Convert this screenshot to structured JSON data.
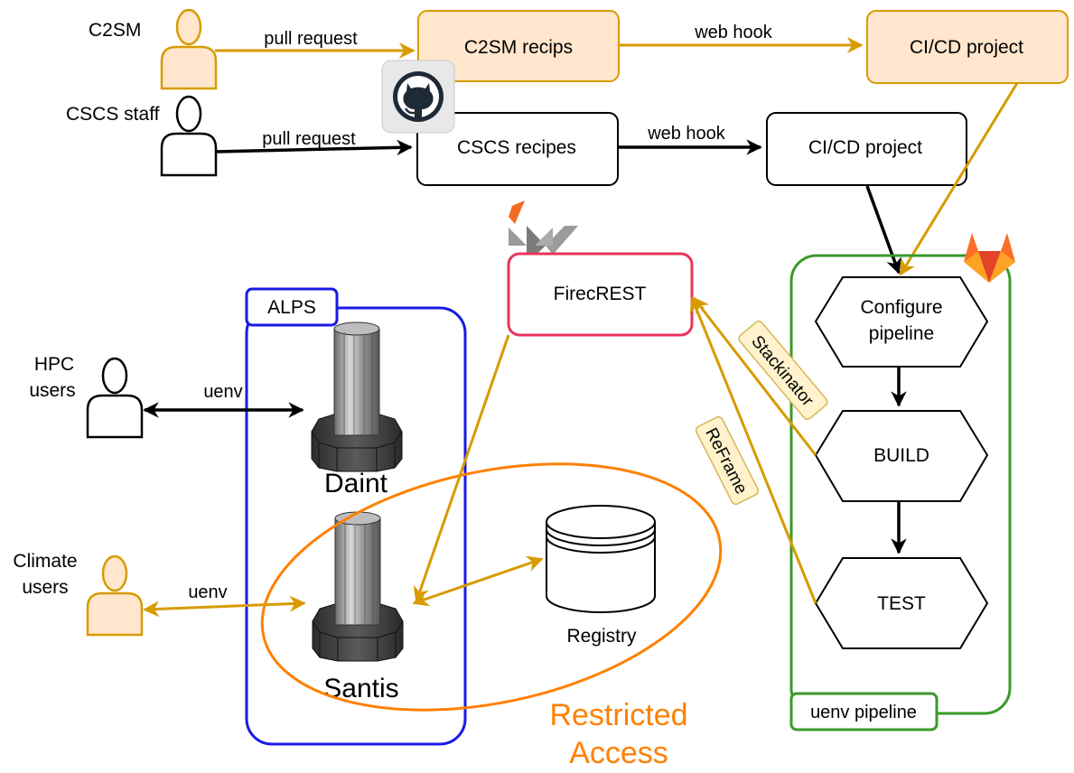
{
  "colors": {
    "gold": "#D79B00",
    "gold_fill": "#FFE6CC",
    "black": "#000000",
    "alps_blue": "#1A1AE6",
    "firecrest_red": "#E8355A",
    "pipeline_green": "#3A9A2A",
    "restricted_orange": "#FF8000",
    "tag_fill": "#FFF2CC"
  },
  "actors": {
    "c2sm": "C2SM",
    "cscs_staff": "CSCS staff",
    "hpc_users_1": "HPC",
    "hpc_users_2": "users",
    "climate_users_1": "Climate",
    "climate_users_2": "users"
  },
  "edges": {
    "c2sm_pull_request": "pull request",
    "cscs_pull_request": "pull request",
    "c2sm_web_hook": "web hook",
    "cscs_web_hook": "web hook",
    "hpc_uenv": "uenv",
    "climate_uenv": "uenv"
  },
  "boxes": {
    "c2sm_recipes": "C2SM recips",
    "c2sm_cicd": "CI/CD project",
    "cscs_recipes": "CSCS recipes",
    "cscs_cicd": "CI/CD project",
    "firecrest": "FirecREST"
  },
  "alps": {
    "label": "ALPS",
    "daint": "Daint",
    "santis": "Santis"
  },
  "registry": "Registry",
  "restricted_1": "Restricted",
  "restricted_2": "Access",
  "pipeline": {
    "label": "uenv pipeline",
    "configure_1": "Configure",
    "configure_2": "pipeline",
    "build": "BUILD",
    "test": "TEST"
  },
  "tags": {
    "stackinator": "Stackinator",
    "reframe": "ReFrame"
  },
  "icons": {
    "github": "github-icon",
    "gitlab": "gitlab-icon",
    "firecrest_logo": "firecrest-logo-icon",
    "supercomputer": "supercomputer-icon",
    "database": "database-icon",
    "user": "user-icon"
  }
}
